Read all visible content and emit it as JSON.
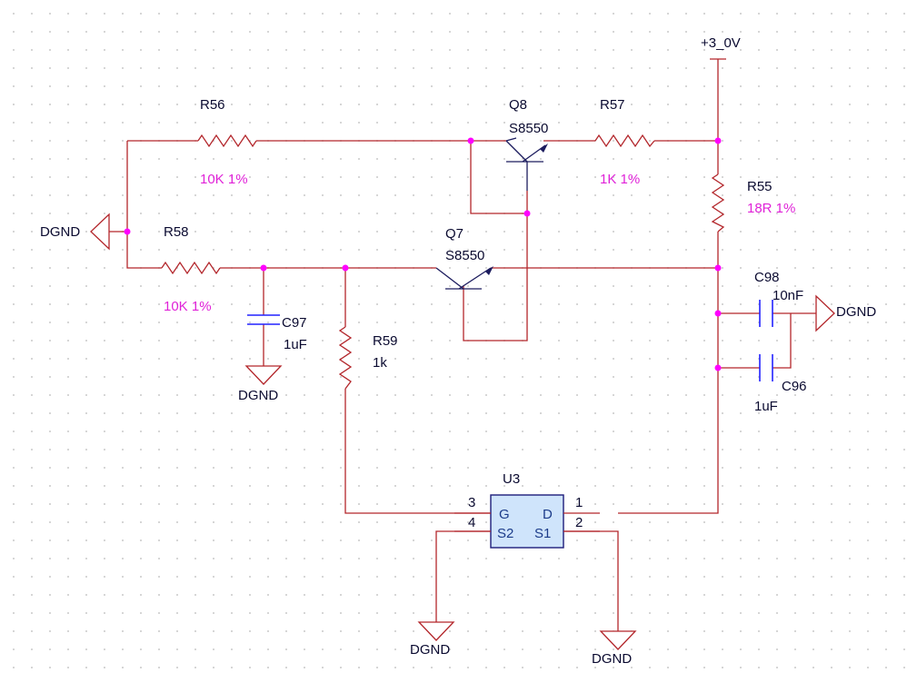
{
  "power": {
    "vcc": "+3_0V"
  },
  "ground_label": "DGND",
  "components": {
    "r56": {
      "ref": "R56",
      "value": "10K 1%"
    },
    "r57": {
      "ref": "R57",
      "value": "1K 1%"
    },
    "r58": {
      "ref": "R58",
      "value": "10K 1%"
    },
    "r55": {
      "ref": "R55",
      "value": "18R  1%"
    },
    "r59": {
      "ref": "R59",
      "value": "1k"
    },
    "q8": {
      "ref": "Q8",
      "value": "S8550"
    },
    "q7": {
      "ref": "Q7",
      "value": "S8550"
    },
    "c97": {
      "ref": "C97",
      "value": "1uF"
    },
    "c98": {
      "ref": "C98",
      "value": "10nF"
    },
    "c96": {
      "ref": "C96",
      "value": "1uF"
    },
    "u3": {
      "ref": "U3",
      "pin_numbers": {
        "p1": "1",
        "p2": "2",
        "p3": "3",
        "p4": "4"
      },
      "pin_names": {
        "g": "G",
        "d": "D",
        "s2": "S2",
        "s1": "S1"
      }
    }
  },
  "colors": {
    "wire": "#b3262b",
    "junction": "#ff00ff",
    "value_text": "#e022d8",
    "label_text": "#0a0a30",
    "capacitor": "#2222ff",
    "ic_fill": "#cfe4fb"
  }
}
